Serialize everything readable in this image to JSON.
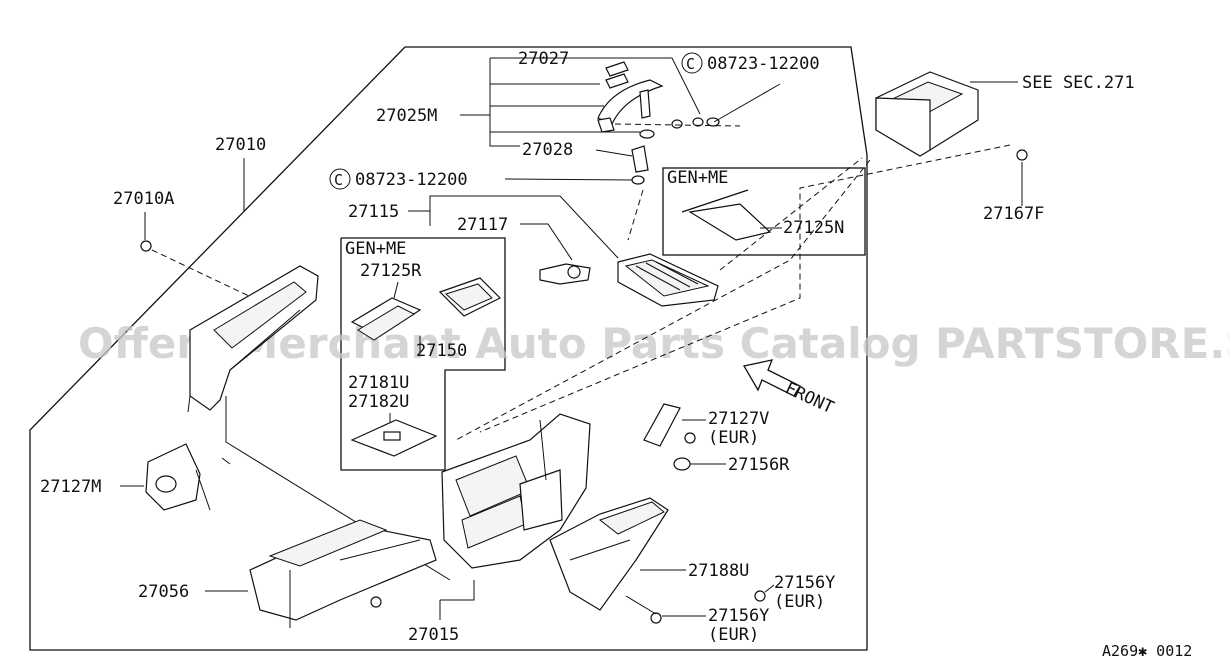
{
  "labels": {
    "p27027": "27027",
    "p27025m": "27025M",
    "p27028": "27028",
    "p08723a": "08723-12200",
    "p08723b": "08723-12200",
    "p27010": "27010",
    "p27010a": "27010A",
    "p27115": "27115",
    "p27117": "27117",
    "gen_me_top": "GEN+ME",
    "p27125n": "27125N",
    "gen_me_left": "GEN+ME",
    "p27125r": "27125R",
    "p27150": "27150",
    "p27181u": "27181U",
    "p27182u": "27182U",
    "see_sec": "SEE SEC.271",
    "p27167f": "27167F",
    "front": "FRONT",
    "p27127v": "27127V",
    "eur1": "(EUR)",
    "p27156r": "27156R",
    "p27127m": "27127M",
    "p27188u": "27188U",
    "p27156y_a": "27156Y",
    "eur2": "(EUR)",
    "p27156y_b": "27156Y",
    "eur3": "(EUR)",
    "p27056": "27056",
    "p27015": "27015",
    "ref_code": "A269✱ 0012"
  },
  "watermark": "Offers Merchant Auto Parts Catalog PARTSTORE.SA",
  "circle_symbol": "C"
}
